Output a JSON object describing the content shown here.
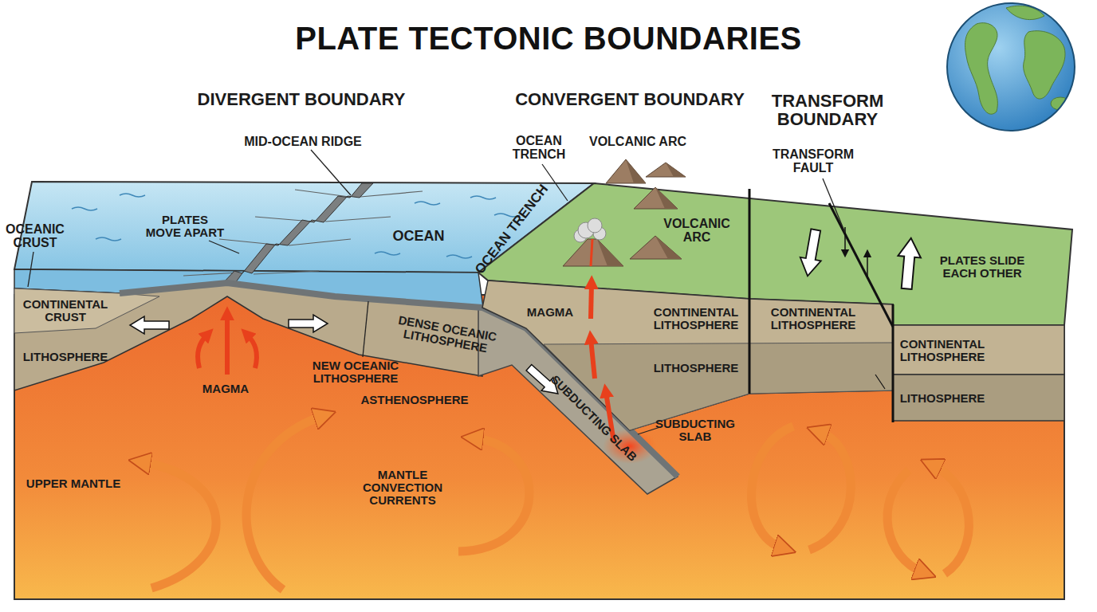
{
  "diagram": {
    "title": "PLATE TECTONIC BOUNDARIES",
    "labels": [
      "DIVERGENT BOUNDARY",
      "CONVERGENT BOUNDARY",
      "TRANSFORM BOUNDARY",
      "MID-OCEAN RIDGE",
      "OCEAN TRENCH",
      "VOLCANIC ARC",
      "TRANSFORM FAULT",
      "OCEANIC CRUST",
      "PLATES MOVE APART",
      "OCEAN",
      "OCEAN TRENCH",
      "VOLCANIC ARC",
      "PLATES SLIDE EACH OTHER",
      "CONTINENTAL CRUST",
      "LITHOSPHERE",
      "MAGMA",
      "NEW OCEANIC LITHOSPHERE",
      "DENSE OCEANIC LITHOSPHERE",
      "MAGMA",
      "ASTHENOSPHERE",
      "SUBDUCTING SLAB",
      "CONTINENTAL LITHOSPHERE",
      "LITHOSPHERE",
      "CONTINENTAL LITHOSPHERE",
      "CONTINENTAL LITHOSPHERE",
      "LITHOSPHERE",
      "SUBDUCTING SLAB",
      "UPPER MANTLE",
      "MANTLE CONVECTION CURRENTS"
    ]
  }
}
